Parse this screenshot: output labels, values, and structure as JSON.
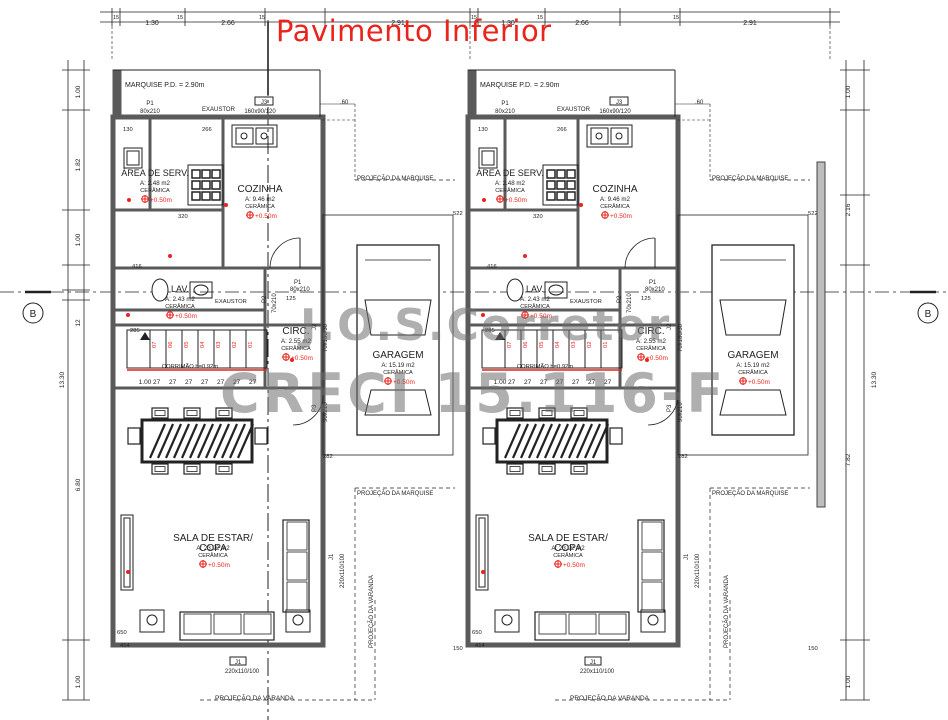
{
  "title": "Pavimento Inferior",
  "watermark": {
    "line1": "J.O.S.Corretor",
    "line2": "CRECI 15.116-F"
  },
  "colors": {
    "title": "#e8241c",
    "accent": "#e8241c",
    "wall": "#5a5a5a",
    "line": "#222222"
  },
  "top_dims": [
    "1.30",
    "2.66",
    "2.91",
    "1.30",
    "2.66",
    "2.91"
  ],
  "top_small_dims": [
    "15",
    "15",
    "15",
    "15",
    "15",
    "15"
  ],
  "left_dims": [
    "1.00",
    "1.82",
    "1.00",
    "12",
    "6.80",
    "1.00"
  ],
  "right_dims": [
    "1.00",
    "2.16",
    "7.82",
    "1.00"
  ],
  "total_depth": "13.30",
  "section_marker": "B",
  "units": [
    {
      "marquise": "MARQUISE P.D. = 2.90m",
      "p1_top": {
        "code": "P1",
        "size": "80x210"
      },
      "j3": {
        "code": "J3",
        "size": "160x90/120"
      },
      "exaustor": "EXAUSTOR",
      "dim_60": ".60",
      "area_serv": {
        "name": "ÁREA DE SERV.",
        "area": "A: 2.48 m2",
        "finish": "CERÂMICA",
        "level": "+0.50m"
      },
      "cozinha": {
        "name": "COZINHA",
        "area": "A: 9.46 m2",
        "finish": "CERÂMICA",
        "level": "+0.50m"
      },
      "lav": {
        "name": "LAV.",
        "area": "A: 2.43 m2",
        "finish": "CERÂMICA",
        "level": "+0.50m",
        "exaustor": "EXAUSTOR"
      },
      "p1_lav": {
        "code": "P1",
        "size": "80x210"
      },
      "p2": {
        "code": "P2",
        "size": "70x210"
      },
      "circ": {
        "name": "CIRC.",
        "area": "A: 2.55 m2",
        "finish": "CERÂMICA",
        "level": "+0.50m"
      },
      "corrimao": "CORRIMÃO h=0.92m",
      "stairs_top": [
        "07",
        "06",
        "05",
        "04",
        "03",
        "02",
        "01"
      ],
      "stairs_bottom": [
        "27",
        "27",
        "27",
        "27",
        "27",
        "27",
        "27"
      ],
      "stair_run": "1.00",
      "garagem": {
        "name": "GARAGEM",
        "area": "A: 15.19 m2",
        "finish": "CERÂMICA",
        "level": "+0.50m"
      },
      "j2": {
        "code": "J2",
        "size": "70x180/30"
      },
      "p3": {
        "code": "P3",
        "size": "90x210"
      },
      "sala": {
        "name": "SALA DE ESTAR/ COPA",
        "area": "A: 23.92 m2",
        "finish": "CERÂMICA",
        "level": "+0.50m"
      },
      "j1_side": {
        "code": "J1",
        "size": "220x110/100"
      },
      "j1_front": {
        "code": "J1",
        "size": "220x110/100"
      },
      "projecao_marquise": "PROJEÇÃO DA MARQUISE",
      "projecao_varanda": "PROJEÇÃO DA VARANDA",
      "small_marks": [
        "130",
        "266",
        "320",
        "416",
        "125",
        "285",
        "282",
        "414",
        "650",
        "522",
        "150"
      ]
    },
    {
      "marquise": "MARQUISE P.D. = 2.90m",
      "p1_top": {
        "code": "P1",
        "size": "80x210"
      },
      "j3": {
        "code": "J3",
        "size": "160x90/120"
      },
      "exaustor": "EXAUSTOR",
      "dim_60": ".60",
      "area_serv": {
        "name": "ÁREA DE SERV.",
        "area": "A: 2.48 m2",
        "finish": "CERÂMICA",
        "level": "+0.50m"
      },
      "cozinha": {
        "name": "COZINHA",
        "area": "A: 9.46 m2",
        "finish": "CERÂMICA",
        "level": "+0.50m"
      },
      "lav": {
        "name": "LAV.",
        "area": "A: 2.43 m2",
        "finish": "CERÂMICA",
        "level": "+0.50m",
        "exaustor": "EXAUSTOR"
      },
      "p1_lav": {
        "code": "P1",
        "size": "80x210"
      },
      "p2": {
        "code": "P2",
        "size": "70x210"
      },
      "circ": {
        "name": "CIRC.",
        "area": "A: 2.55 m2",
        "finish": "CERÂMICA",
        "level": "+0.50m"
      },
      "corrimao": "CORRIMÃO h=0.92m",
      "stairs_top": [
        "07",
        "06",
        "05",
        "04",
        "03",
        "02",
        "01"
      ],
      "stairs_bottom": [
        "27",
        "27",
        "27",
        "27",
        "27",
        "27",
        "27"
      ],
      "stair_run": "1.00",
      "garagem": {
        "name": "GARAGEM",
        "area": "A: 15.19 m2",
        "finish": "CERÂMICA",
        "level": "+0.50m"
      },
      "j2": {
        "code": "J2",
        "size": "70x180/30"
      },
      "p3": {
        "code": "P3",
        "size": "90x210"
      },
      "sala": {
        "name": "SALA DE ESTAR/ COPA",
        "area": "A: 23.92 m2",
        "finish": "CERÂMICA",
        "level": "+0.50m"
      },
      "j1_side": {
        "code": "J1",
        "size": "220x110/100"
      },
      "j1_front": {
        "code": "J1",
        "size": "220x110/100"
      },
      "projecao_marquise": "PROJEÇÃO DA MARQUISE",
      "projecao_varanda": "PROJEÇÃO DA VARANDA",
      "small_marks": [
        "130",
        "266",
        "320",
        "416",
        "125",
        "285",
        "282",
        "414",
        "650",
        "522",
        "150"
      ]
    }
  ]
}
